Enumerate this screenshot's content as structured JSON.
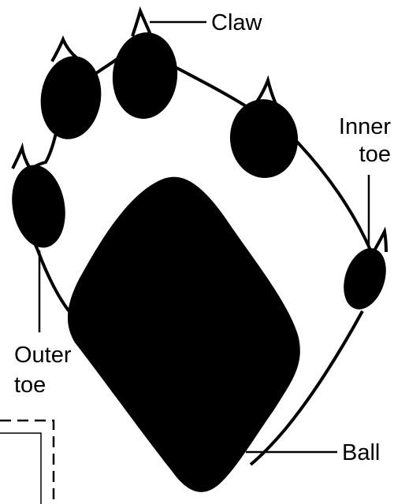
{
  "labels": {
    "claw": "Claw",
    "inner_toe_line1": "Inner",
    "inner_toe_line2": "toe",
    "outer_toe_line1": "Outer",
    "outer_toe_line2": "toe",
    "ball": "Ball"
  },
  "colors": {
    "ink": "#000000",
    "background": "#ffffff"
  }
}
